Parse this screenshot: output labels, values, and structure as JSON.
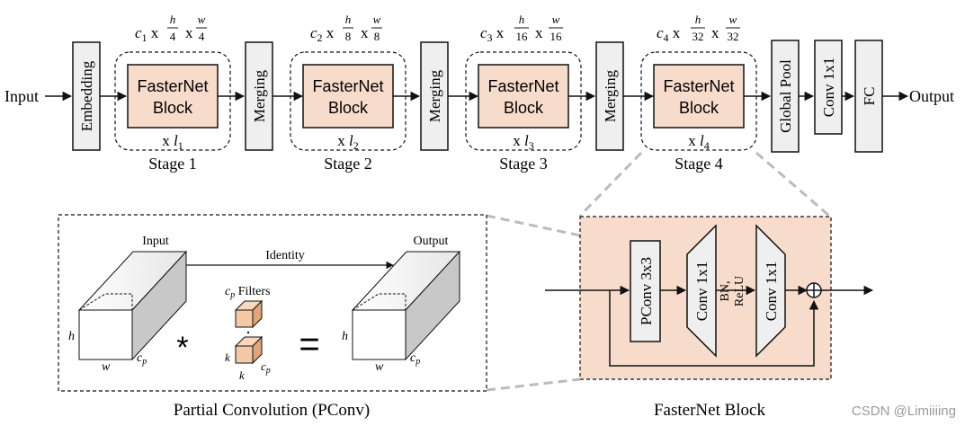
{
  "top": {
    "input": "Input",
    "output": "Output",
    "embedding": "Embedding",
    "merging": "Merging",
    "global_pool": "Global Pool",
    "conv1x1": "Conv 1x1",
    "fc": "FC",
    "block_line1": "FasterNet",
    "block_line2": "Block",
    "x": "x",
    "stages": [
      {
        "label": "Stage 1",
        "c": "c",
        "csub": "1",
        "hden": "4",
        "wden": "4",
        "l": "l",
        "lsub": "1"
      },
      {
        "label": "Stage 2",
        "c": "c",
        "csub": "2",
        "hden": "8",
        "wden": "8",
        "l": "l",
        "lsub": "2"
      },
      {
        "label": "Stage 3",
        "c": "c",
        "csub": "3",
        "hden": "16",
        "wden": "16",
        "l": "l",
        "lsub": "3"
      },
      {
        "label": "Stage 4",
        "c": "c",
        "csub": "4",
        "hden": "32",
        "wden": "32",
        "l": "l",
        "lsub": "4"
      }
    ],
    "h": "h",
    "w": "w"
  },
  "pconv": {
    "caption": "Partial Convolution (PConv)",
    "input": "Input",
    "output": "Output",
    "identity": "Identity",
    "filters": "Filters",
    "cp_c": "c",
    "cp_sub": "p",
    "h": "h",
    "w": "w",
    "k": "k",
    "star": "*",
    "equals": "="
  },
  "block": {
    "caption": "FasterNet Block",
    "pconv": "PConv 3x3",
    "conv1": "Conv 1x1",
    "bn": "BN,",
    "relu": "ReLU",
    "conv2": "Conv 1x1"
  },
  "watermark": "CSDN @Limiiiing",
  "colors": {
    "block_fill": "#f8dccb",
    "box_fill": "#efefef",
    "cube_orange": "#f4c9a6"
  }
}
